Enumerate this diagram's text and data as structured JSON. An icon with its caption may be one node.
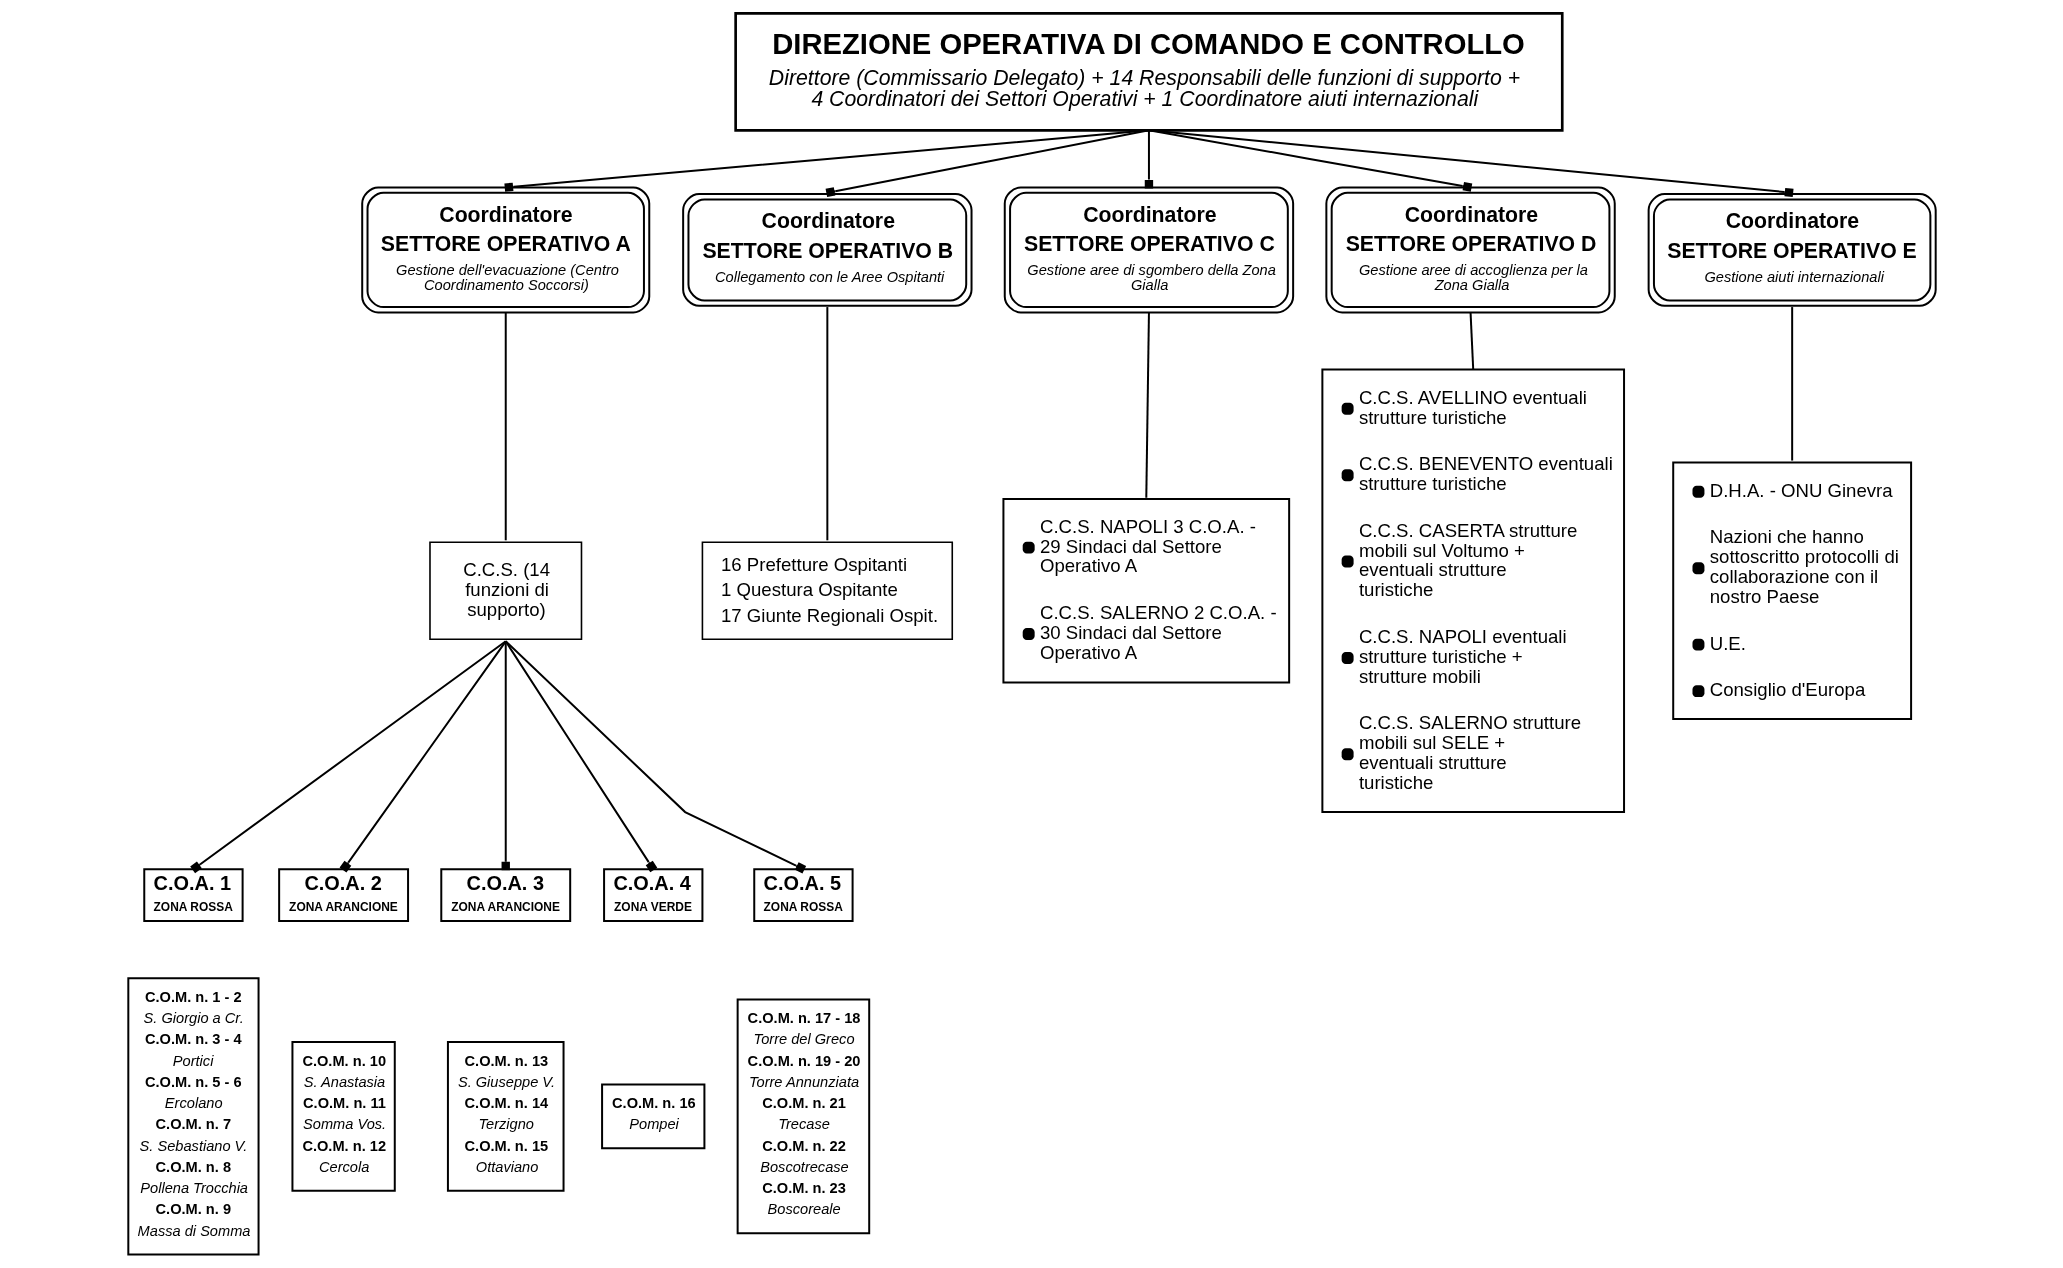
{
  "diagram": {
    "nodes": [
      {
        "text": [
          "DIREZIONE OPERATIVA DI COMANDO E CONTROLLO",
          "Direttore (Commissario Delegato) + 14 Responsabili delle funzioni di supporto + 4 Coordinatori dei Settori Operativi + 1 Coordinatore aiuti internazionali"
        ]
      },
      {
        "text": [
          "Coordinatore",
          "SETTORE OPERATIVO A",
          "Gestione dell'evacuazione (Centro Coordinamento Soccorsi)"
        ]
      },
      {
        "text": [
          "Coordinatore",
          "SETTORE OPERATIVO B",
          "Collegamento con le Aree Ospitanti"
        ]
      },
      {
        "text": [
          "Coordinatore",
          "SETTORE OPERATIVO C",
          "Gestione aree di sgombero della Zona Gialla"
        ]
      },
      {
        "text": [
          "Coordinatore",
          "SETTORE OPERATIVO D",
          "Gestione aree di accoglienza per la Zona Gialla"
        ]
      },
      {
        "text": [
          "Coordinatore",
          "SETTORE OPERATIVO E",
          "Gestione aiuti internazionali"
        ]
      },
      {
        "text": [
          "C.C.S. (14 funzioni di supporto)"
        ]
      },
      {
        "text": [
          "16 Prefetture Ospitanti",
          "1 Questura Ospitante",
          "17 Giunte Regionali Ospit."
        ]
      },
      {
        "text": [
          "C.C.S. NAPOLI 3 C.O.A. - 29 Sindaci dal Settore Operativo A",
          "C.C.S. SALERNO 2 C.O.A. - 30 Sindaci dal Settore Operativo A"
        ]
      },
      {
        "text": [
          "C.C.S. AVELLINO eventuali strutture turistiche",
          "C.C.S. BENEVENTO eventuali strutture turistiche",
          "C.C.S. CASERTA strutture mobili sul Voltumo + eventuali strutture turistiche",
          "C.C.S. NAPOLI eventuali strutture turistiche + strutture mobili",
          "C.C.S. SALERNO strutture mobili sul SELE + eventuali strutture turistiche"
        ]
      },
      {
        "text": [
          "D.H.A. - ONU Ginevra",
          "Nazioni che hanno sottoscritto protocolli di collaborazione con il nostro Paese",
          "U.E.",
          "Consiglio d'Europa"
        ]
      },
      {
        "text": [
          "C.O.A. 1",
          "ZONA ROSSA"
        ]
      },
      {
        "text": [
          "C.O.A. 2",
          "ZONA ARANCIONE"
        ]
      },
      {
        "text": [
          "C.O.A. 3",
          "ZONA ARANCIONE"
        ]
      },
      {
        "text": [
          "C.O.A. 4",
          "ZONA VERDE"
        ]
      },
      {
        "text": [
          "C.O.A. 5",
          "ZONA ROSSA"
        ]
      },
      {
        "text": [
          "C.O.M. n. 1 - 2",
          "S. Giorgio a Cr.",
          "C.O.M. n. 3 - 4",
          "Portici",
          "C.O.M. n. 5 - 6",
          "Ercolano",
          "C.O.M. n. 7",
          "S. Sebastiano V.",
          "C.O.M. n. 8",
          "Pollena Trocchia",
          "C.O.M. n. 9",
          "Massa di Somma"
        ]
      },
      {
        "text": [
          "C.O.M. n. 10",
          "S. Anastasia",
          "C.O.M. n. 11",
          "Somma Vos.",
          "C.O.M. n. 12",
          "Cercola"
        ]
      },
      {
        "text": [
          "C.O.M. n. 13",
          "S. Giuseppe V.",
          "C.O.M. n. 14",
          "Terzigno",
          "C.O.M. n. 15",
          "Ottaviano"
        ]
      },
      {
        "text": [
          "C.O.M. n. 16",
          "Pompei"
        ]
      },
      {
        "text": [
          "C.O.M. n. 17 - 18",
          "Torre del Greco",
          "C.O.M. n. 19 - 20",
          "Torre Annunziata",
          "C.O.M. n. 21",
          "Trecase",
          "C.O.M. n. 22",
          "Boscotrecase",
          "C.O.M. n. 23",
          "Boscoreale"
        ]
      }
    ],
    "edges": [
      {
        "from": 0,
        "to": 1,
        "arrow": "other"
      },
      {
        "from": 0,
        "to": 2,
        "arrow": "other"
      },
      {
        "from": 0,
        "to": 3,
        "arrow": "other"
      },
      {
        "from": 0,
        "to": 4,
        "arrow": "other"
      },
      {
        "from": 0,
        "to": 5,
        "arrow": "other"
      },
      {
        "from": 1,
        "to": 6,
        "arrow": "none"
      },
      {
        "from": 2,
        "to": 7,
        "arrow": "none"
      },
      {
        "from": 3,
        "to": 8,
        "arrow": "none"
      },
      {
        "from": 4,
        "to": 9,
        "arrow": "none"
      },
      {
        "from": 5,
        "to": 10,
        "arrow": "none"
      },
      {
        "from": 6,
        "to": 11,
        "arrow": "other"
      },
      {
        "from": 6,
        "to": 12,
        "arrow": "other"
      },
      {
        "from": 6,
        "to": 13,
        "arrow": "other"
      },
      {
        "from": 6,
        "to": 14,
        "arrow": "other"
      },
      {
        "from": 6,
        "to": 15,
        "arrow": "other"
      }
    ]
  }
}
